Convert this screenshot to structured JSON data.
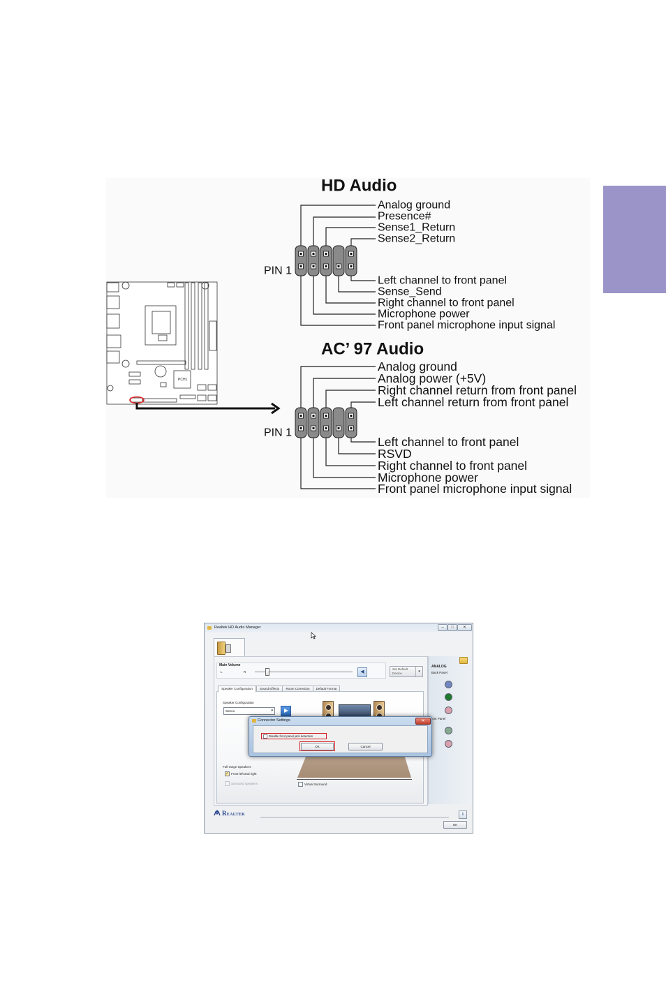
{
  "page": {
    "side_tab_color": "#9b94c9"
  },
  "hd_audio": {
    "title": "HD Audio",
    "pin1": "PIN 1",
    "top_labels": [
      "Analog ground",
      "Presence#",
      "Sense1_Return",
      "Sense2_Return"
    ],
    "bottom_labels": [
      "Left channel to front panel",
      "Sense_Send",
      "Right channel to front panel",
      "Microphone power",
      "Front panel microphone input signal"
    ]
  },
  "ac97": {
    "title": "AC’ 97 Audio",
    "pin1": "PIN 1",
    "top_labels": [
      "Analog ground",
      "Analog power (+5V)",
      "Right channel return from front panel",
      "Left channel return from front panel"
    ],
    "bottom_labels": [
      "Left channel to front panel",
      "RSVD",
      "Right channel to front panel",
      "Microphone power",
      "Front panel microphone input signal"
    ]
  },
  "board": {
    "chip_label": "PCH1",
    "highlight_color": "#e02020"
  },
  "app": {
    "title": "Realtek HD Audio Manager",
    "main_volume": {
      "label": "Main Volume",
      "left": "L",
      "right": "R"
    },
    "set_default_device": "Set Default Device",
    "tabs": [
      "Speaker Configuration",
      "Sound Effects",
      "Room Correction",
      "Default Format"
    ],
    "speaker_config": {
      "label": "Speaker Configuration",
      "selected": "Stereo"
    },
    "full_range": {
      "label": "Full-range Speakers",
      "front": "Front left and right",
      "surround": "Surround speakers"
    },
    "virtual_surround": "Virtual Surround",
    "right_panel": {
      "analog": "ANALOG",
      "back_panel": "Back Panel",
      "front_panel": "Front Panel",
      "back_jacks": [
        "#6f86c2",
        "#1f7a2c",
        "#d9a0ae"
      ],
      "front_jacks": [
        "#86a890",
        "#d9a0ae"
      ]
    },
    "brand": "Realtek",
    "ok": "OK",
    "dialog": {
      "title": "Connector Settings",
      "checkbox": "Disable front panel jack detection",
      "ok": "OK",
      "cancel": "Cancel",
      "highlight_color": "#d42020"
    }
  }
}
